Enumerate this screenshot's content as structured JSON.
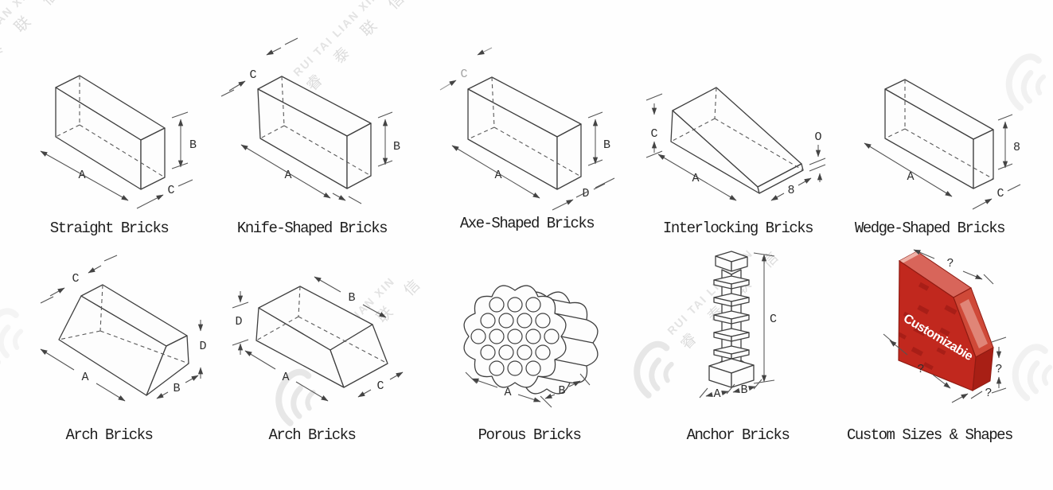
{
  "watermark": {
    "latin": "RUI TAI LIAN XIN",
    "cjk": "睿 泰 联 信"
  },
  "figures": [
    {
      "caption": "Straight Bricks",
      "dims": {
        "length": "A",
        "height": "B",
        "depth": "C"
      }
    },
    {
      "caption": "Knife-Shaped Bricks",
      "dims": {
        "thin_edge": "C",
        "length": "A",
        "height": "B"
      }
    },
    {
      "caption": "Axe-Shaped Bricks",
      "dims": {
        "top_depth": "C",
        "length": "A",
        "height": "B",
        "bottom_depth": "D"
      }
    },
    {
      "caption": "Interlocking Bricks",
      "dims": {
        "thick_end": "C",
        "length": "A",
        "width": "8",
        "thin_end": "O"
      }
    },
    {
      "caption": "Wedge-Shaped Bricks",
      "dims": {
        "length": "A",
        "height": "8",
        "depth": "C"
      }
    },
    {
      "caption": "Arch Bricks",
      "dims": {
        "top": "C",
        "length": "A",
        "width": "B",
        "height": "D"
      }
    },
    {
      "caption": "Arch Bricks",
      "dims": {
        "left_height": "D",
        "top_width": "B",
        "length": "A",
        "bottom_width": "C"
      }
    },
    {
      "caption": "Porous Bricks",
      "dims": {
        "width": "A",
        "depth": "B"
      }
    },
    {
      "caption": "Anchor Bricks",
      "dims": {
        "width": "A",
        "depth": "B",
        "height": "C"
      }
    },
    {
      "caption": "Custom Sizes & Shapes",
      "face_label": "Customizabie",
      "dims": {
        "top": "?",
        "length": "?",
        "depth": "?",
        "height": "?"
      }
    }
  ],
  "colors": {
    "line": "#3f3f3f",
    "dimension": "#545454",
    "caption_text": "#1d1d1d",
    "watermark": "#e3e3e3",
    "red_brick_front": "#c1281e",
    "red_brick_top": "#d8655a",
    "red_brick_bevel": "#cf4938",
    "red_brick_edge": "#a81f15"
  }
}
